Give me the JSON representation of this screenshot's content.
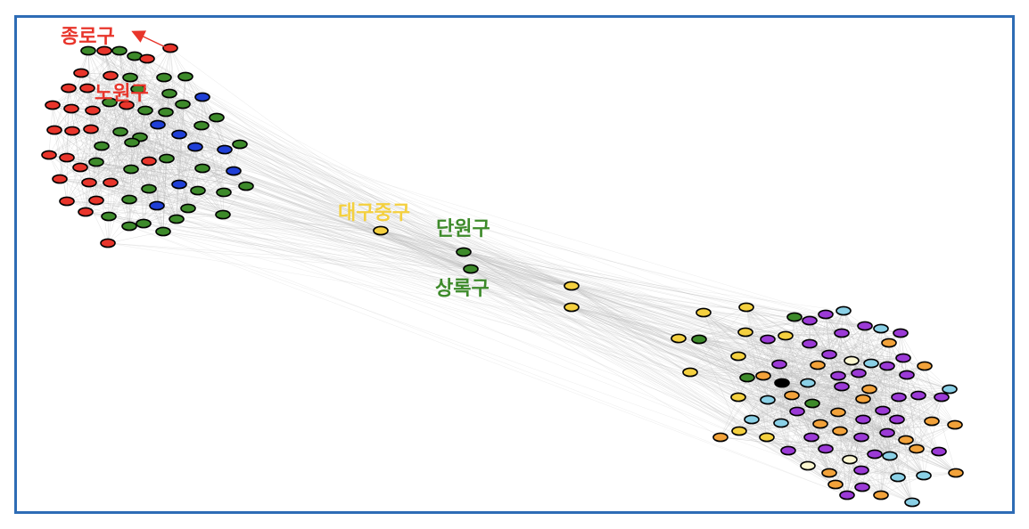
{
  "colors": {
    "frame": "#2e6cb5",
    "edge": "#b8b8b8",
    "red": "#e8352b",
    "green": "#3d8a2a",
    "blue": "#1f3fd6",
    "yellow": "#f4d03f",
    "purple": "#9b3ad6",
    "orange": "#f2a23a",
    "skyblue": "#8ad0e6",
    "cream": "#fbf6d0",
    "black": "#000000"
  },
  "labels": {
    "jongno": "종로구",
    "nowon": "노원구",
    "daegu_jung": "대구중구",
    "danwon": "단원구",
    "sangnok": "상록구"
  },
  "label_colors": {
    "jongno": "#e8352b",
    "nowon": "#e8352b",
    "daegu_jung": "#f4d03f",
    "danwon": "#3d8a2a",
    "sangnok": "#3d8a2a"
  },
  "clusters": {
    "seoul_cluster": {
      "node_colors": [
        "red",
        "green",
        "blue"
      ]
    },
    "bridge": {
      "node_colors": [
        "yellow",
        "green"
      ]
    },
    "southeast_cluster": {
      "node_colors": [
        "purple",
        "orange",
        "skyblue",
        "yellow",
        "green",
        "cream",
        "black"
      ]
    }
  }
}
